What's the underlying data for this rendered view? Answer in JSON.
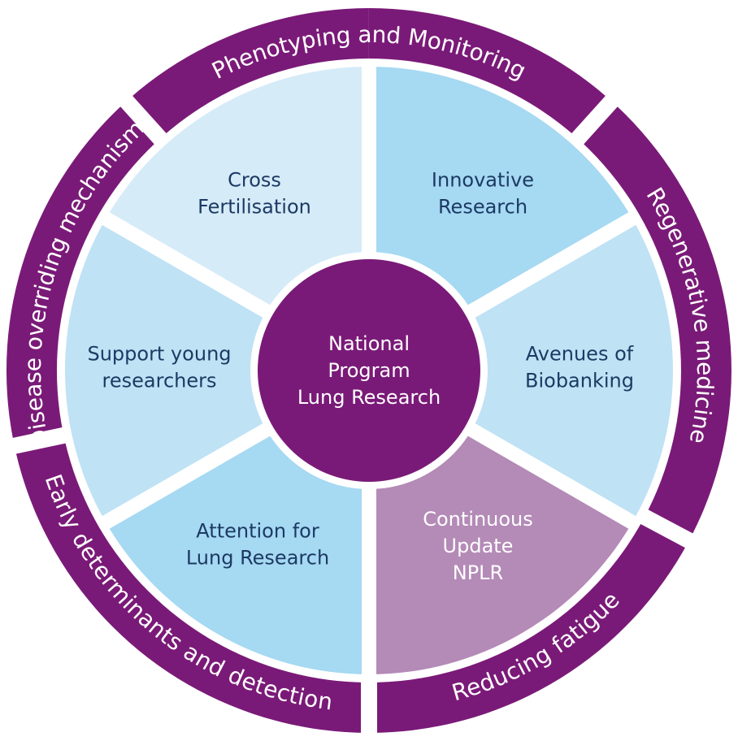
{
  "center": {
    "lines": [
      "National",
      "Program",
      "Lung Research"
    ],
    "color": "#7a1a78"
  },
  "colors": {
    "ring": "#7a1a78",
    "pale_blue": "#d6ebf8",
    "light_blue": "#bfe2f5",
    "medium_blue": "#a6d9f2",
    "mauve": "#b48ab7",
    "segment_text": "#1c3a63",
    "white": "#ffffff"
  },
  "segments": [
    {
      "key": "innovative-research",
      "lines": [
        "Innovative",
        "Research"
      ],
      "color": "#a6d9f2",
      "light": false
    },
    {
      "key": "avenues-of-biobanking",
      "lines": [
        "Avenues of",
        "Biobanking"
      ],
      "color": "#bfe2f5",
      "light": false
    },
    {
      "key": "continuous-update-nplr",
      "lines": [
        "Continuous",
        "Update",
        "NPLR"
      ],
      "color": "#b48ab7",
      "light": true
    },
    {
      "key": "attention-for-lung-research",
      "lines": [
        "Attention for",
        "Lung Research"
      ],
      "color": "#a6d9f2",
      "light": false
    },
    {
      "key": "support-young-researchers",
      "lines": [
        "Support young",
        "researchers"
      ],
      "color": "#bfe2f5",
      "light": false
    },
    {
      "key": "cross-fertilisation",
      "lines": [
        "Cross",
        "Fertilisation"
      ],
      "color": "#d6ebf8",
      "light": false
    }
  ],
  "ring_segments": [
    {
      "key": "phenotyping-and-monitoring",
      "label": "Phenotyping and Monitoring"
    },
    {
      "key": "regenerative-medicine",
      "label": "Regenerative medicine"
    },
    {
      "key": "reducing-fatigue",
      "label": "Reducing fatigue"
    },
    {
      "key": "early-determinants-and-detection",
      "label": "Early determinants and detection"
    },
    {
      "key": "disease-overriding-mechanisms",
      "label": "Disease overriding mechanisms"
    }
  ]
}
